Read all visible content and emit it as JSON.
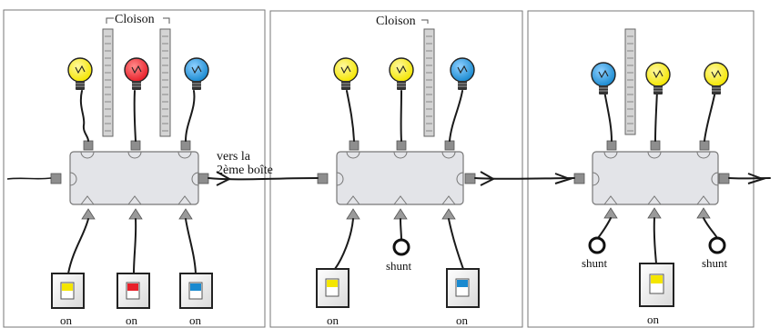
{
  "labels": {
    "partition": "Cloison",
    "to_second_box_line1": "vers la",
    "to_second_box_line2": "2ème boîte",
    "on": "on",
    "shunt": "shunt"
  },
  "colors": {
    "yellow": "#f4e600",
    "red": "#e8202a",
    "blue": "#1a8ad0",
    "box_fill": "#e3e4e8",
    "connector": "#8e8e8e",
    "wire": "#1a1a1a"
  },
  "panels": [
    {
      "bulbs": [
        "yellow",
        "red",
        "blue"
      ],
      "switches": [
        {
          "type": "switch",
          "color": "yellow",
          "label": "on"
        },
        {
          "type": "switch",
          "color": "red",
          "label": "on"
        },
        {
          "type": "switch",
          "color": "blue",
          "label": "on"
        }
      ]
    },
    {
      "bulbs": [
        "yellow",
        "yellow",
        "blue"
      ],
      "switches": [
        {
          "type": "switch",
          "color": "yellow",
          "label": "on"
        },
        {
          "type": "shunt",
          "label": "shunt"
        },
        {
          "type": "switch",
          "color": "blue",
          "label": "on"
        }
      ]
    },
    {
      "bulbs": [
        "blue",
        "yellow",
        "yellow"
      ],
      "switches": [
        {
          "type": "shunt",
          "label": "shunt"
        },
        {
          "type": "switch",
          "color": "yellow",
          "label": "on"
        },
        {
          "type": "shunt",
          "label": "shunt"
        }
      ]
    }
  ]
}
